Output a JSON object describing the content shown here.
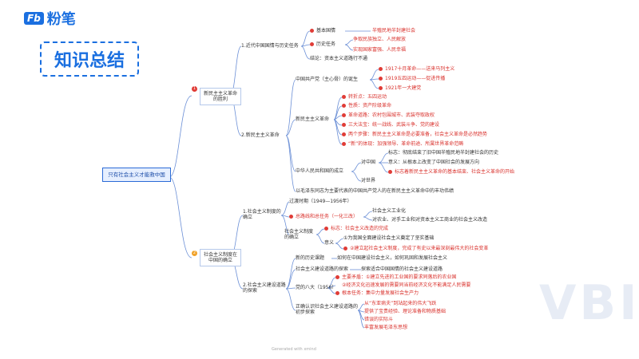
{
  "brand": {
    "mark": "Fb",
    "name": "粉笔"
  },
  "header": {
    "title": "知识总结"
  },
  "root": "只有社会主义才能救中国",
  "branches": {
    "b1": {
      "badge": "1",
      "label": "新民主主义革命的胜利"
    },
    "b2": {
      "badge": "2",
      "label": "社会主义制度在中国的确立"
    }
  },
  "nodes": {
    "n11": "1.近代中国国情与历史任务",
    "n11a": "基本国情",
    "n11a1": "半殖民地半封建社会",
    "n11b": "历史任务",
    "n11b1": "争取民族独立、人民解放",
    "n11b2": "实现国家富强、人民幸福",
    "n11c": "结论：资本主义道路行不通",
    "n12": "2.新民主主义革命",
    "n12a": "中国共产党（主心骨）的诞生",
    "n12a1": "1917十月革命——送来马列主义",
    "n12a2": "1919五四运动——促进传播",
    "n12a3": "1921年一大建党",
    "n12b": "新民主主义革命",
    "n12b1": "转折点：五四运动",
    "n12b2": "性质：资产阶级革命",
    "n12b3": "革命道路：农村包围城市、武装夺取政权",
    "n12b4": "三大法宝：统一战线、武装斗争、党的建设",
    "n12b5": "两个步骤：新民主主义革命是必要准备，社会主义革命是必然趋势",
    "n12b6": "“新”的体现：加强领导、革命前途、所属世界革命范畴",
    "n12c": "中华人民共和国的成立",
    "n12c1": "对中国",
    "n12c1a": "标志：彻底结束了旧中国半殖民地半封建社会的历史",
    "n12c1b": "意义：从根本上改变了中国社会的发展方向",
    "n12c1c": "标志着新民主主义革命的基本结束、社会主义革命的开始",
    "n12c2": "对世界",
    "n12d": "以毛泽东同志为主要代表的中国共产党人的在新民主主义革命中的丰功伟绩",
    "n21": "1.社会主义制度的确立",
    "n21a": "过渡时期（1949—1956年）",
    "n21b": "总路线和总任务（一化三改）",
    "n21b1": "社会主义工业化",
    "n21b2": "对农业、对手工业和对资本主义工商业的社会主义改造",
    "n21c": "社会主义制度的确立",
    "n21c1": "标志：社会主义改造的完成",
    "n21c2": "意义",
    "n21c2a": "①为我国全面建设社会主义奠定了坚实基础",
    "n21c2b": "②建立起社会主义制度，完成了有史以来最深刻最伟大的社会变革",
    "n22": "2.社会主义建设道路的探索",
    "n22a": "新的历史课题",
    "n22a1": "如何在中国建设社会主义，如何巩固和发展社会主义",
    "n22b": "社会主义建设道路的探索",
    "n22b1": "探索适合中国国情的社会主义建设道路",
    "n22c": "党的八大（1956）",
    "n22c1": "主要矛盾：①建立先进的工业国的要求同落后的农业国",
    "n22c2": "②经济文化迅速发展的需要同当前经济文化不能满足人民需要",
    "n22c3": "根本任务：集中力量发展社会生产力",
    "n22d": "正确认识社会主义建设道路的初步探索",
    "n22d1": "从“东亚病夫”到站起来的伟大飞跃",
    "n22d2": "提供了宝贵经验、理论准备和物质基础",
    "n22d3": "错误的实际斗",
    "n22d4": "丰富发展毛泽东思想"
  },
  "footer": "Generated with xmind"
}
